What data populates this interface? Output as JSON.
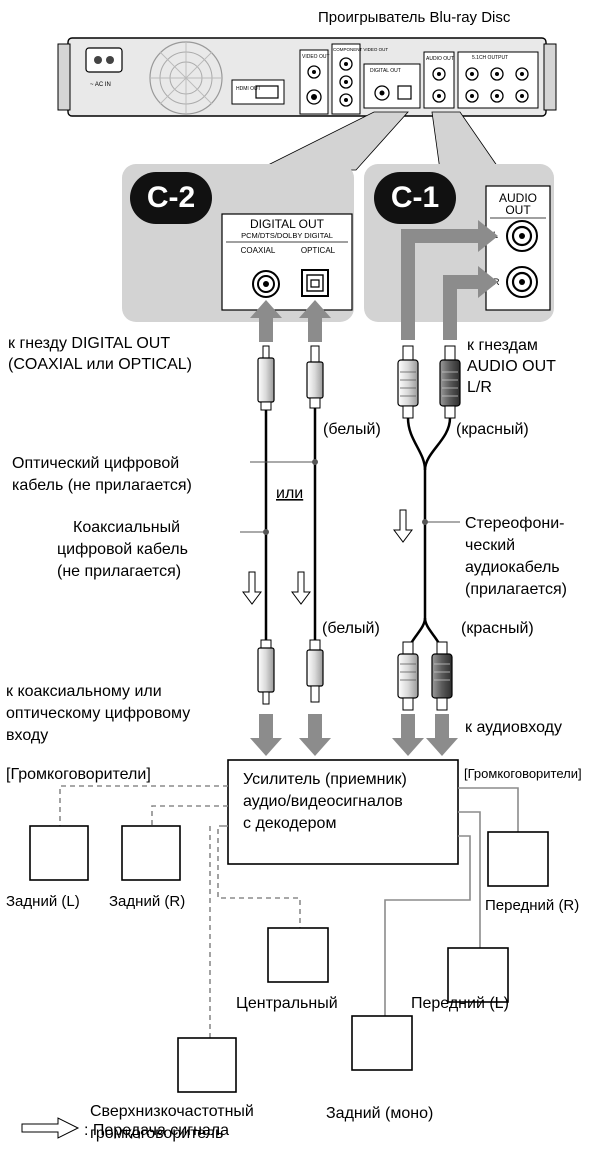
{
  "device": {
    "title": "Проигрыватель Blu-ray Disc",
    "panel_labels": {
      "ac_in": "~ AC IN",
      "hdmi_out": "HDMI OUT",
      "video_out": "VIDEO OUT",
      "component_out": "COMPONENT VIDEO OUT",
      "digital_out": "DIGITAL OUT",
      "audio_out": "AUDIO OUT",
      "ch51_out": "5.1CH OUTPUT"
    }
  },
  "callouts": {
    "c2": {
      "badge": "C-2",
      "header_line1": "DIGITAL OUT",
      "header_line2": "PCM/DTS/DOLBY DIGITAL",
      "coaxial": "COAXIAL",
      "optical": "OPTICAL"
    },
    "c1": {
      "badge": "C-1",
      "header_line1": "AUDIO",
      "header_line2": "OUT",
      "left": "L",
      "right": "R"
    }
  },
  "labels": {
    "to_digital_out_1": "к гнезду DIGITAL OUT",
    "to_digital_out_2": "(COAXIAL или OPTICAL)",
    "to_audio_out_1": "к гнездам",
    "to_audio_out_2": "AUDIO OUT",
    "to_audio_out_3": "L/R",
    "white_top": "(белый)",
    "red_top": "(красный)",
    "optical_cable_1": "Оптический цифровой",
    "optical_cable_2": "кабель (не прилагается)",
    "or": "или",
    "coax_cable_1": "Коаксиальный",
    "coax_cable_2": "цифровой кабель",
    "coax_cable_3": "(не прилагается)",
    "stereo_cable_1": "Стереофони-",
    "stereo_cable_2": "ческий",
    "stereo_cable_3": "аудиокабель",
    "stereo_cable_4": "(прилагается)",
    "white_bottom": "(белый)",
    "red_bottom": "(красный)",
    "to_coax_in_1": "к коаксиальному или",
    "to_coax_in_2": "оптическому цифровому",
    "to_coax_in_3": "входу",
    "to_audio_in": "к аудиовходу",
    "speakers_left": "[Громкоговорители]",
    "speakers_right": "[Громкоговорители]",
    "amplifier_1": "Усилитель (приемник)",
    "amplifier_2": "аудио/видеосигналов",
    "amplifier_3": "с декодером"
  },
  "speakers": {
    "rear_left": "Задний (L)",
    "rear_right": "Задний (R)",
    "center": "Центральный",
    "subwoofer_1": "Сверхнизкочастотный",
    "subwoofer_2": "громкоговоритель",
    "rear_mono": "Задний (моно)",
    "front_left": "Передний (L)",
    "front_right": "Передний (R)"
  },
  "legend": {
    "signal_flow": ": Передача сигнала"
  },
  "colors": {
    "callout_fill": "#d3d3d3",
    "arrow_gray": "#8c8c8c",
    "badge": "#111111",
    "device_body": "#e6e6e6"
  }
}
